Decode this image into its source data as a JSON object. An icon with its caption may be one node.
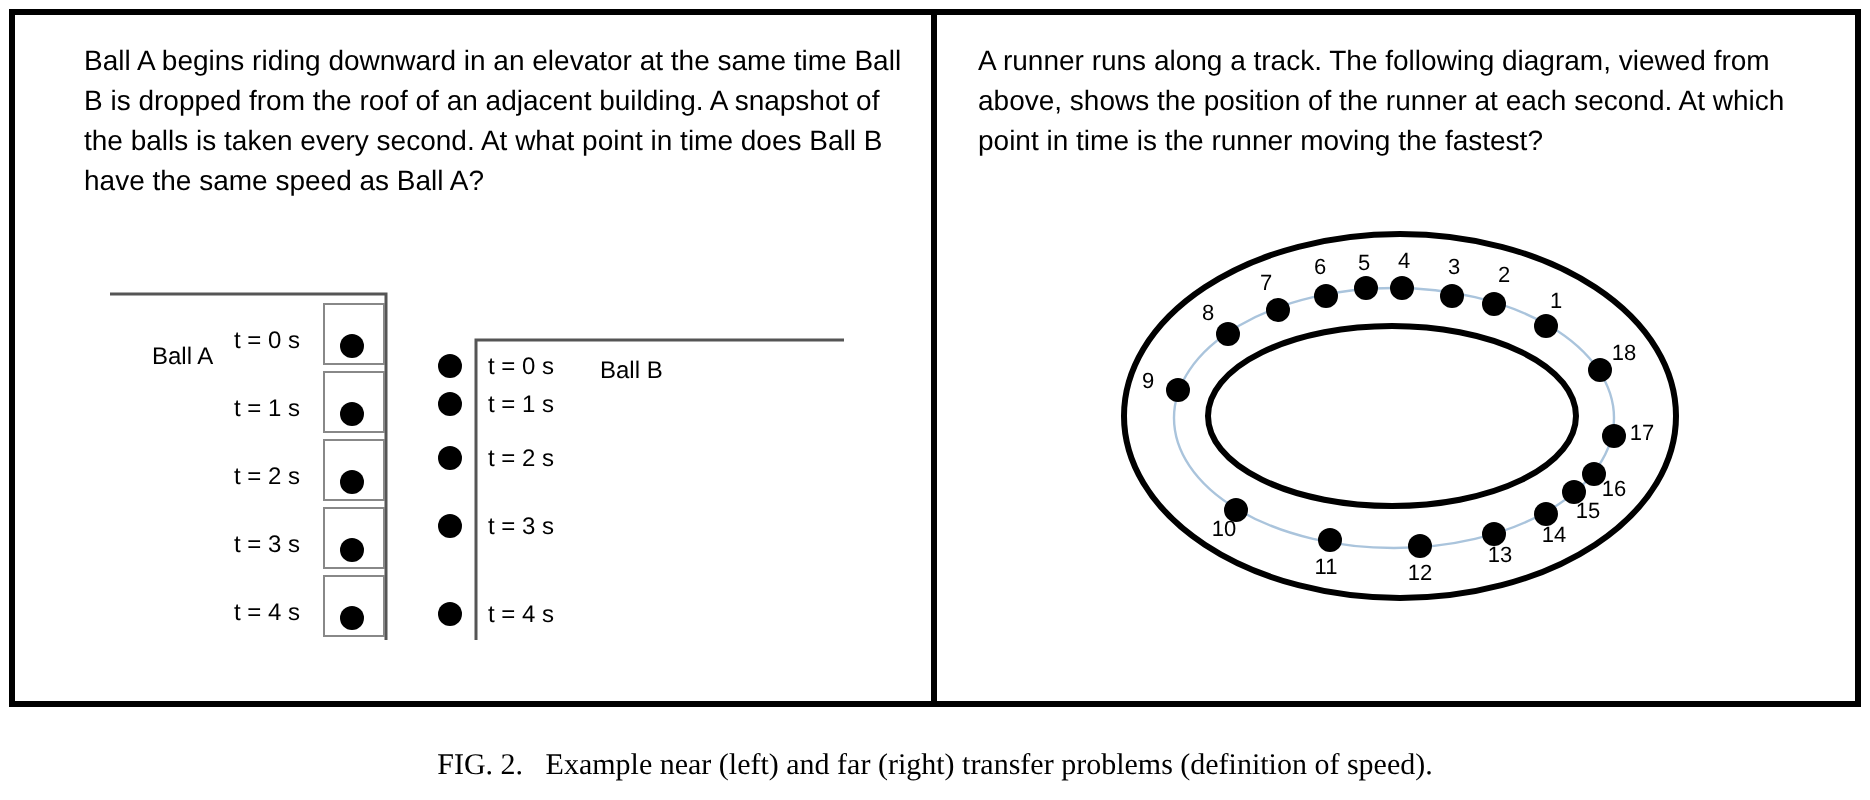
{
  "diagram": {
    "caption": "FIG. 2.   Example near (left) and far (right) transfer problems (definition of speed).",
    "labels": [
      "Ball A begins riding downward in an elevator at the same time Ball B is dropped from the roof of an adjacent building.  A snapshot of the balls is taken every second. At what point in time does Ball B have the same speed as Ball A?",
      "Ball A",
      "t = 0 s",
      "t = 1 s",
      "t = 2 s",
      "t = 3 s",
      "t = 4 s",
      "t = 0 s",
      "t = 1 s",
      "t = 2 s",
      "t = 3 s",
      "t = 4 s",
      "Ball B",
      "A runner runs along a track. The following diagram, viewed from above, shows the position of the runner at each second. At which point in time is the runner moving the fastest?",
      "1",
      "2",
      "3",
      "4",
      "5",
      "6",
      "7",
      "8",
      "9",
      "10",
      "11",
      "12",
      "13",
      "14",
      "15",
      "16",
      "17",
      "18"
    ]
  }
}
